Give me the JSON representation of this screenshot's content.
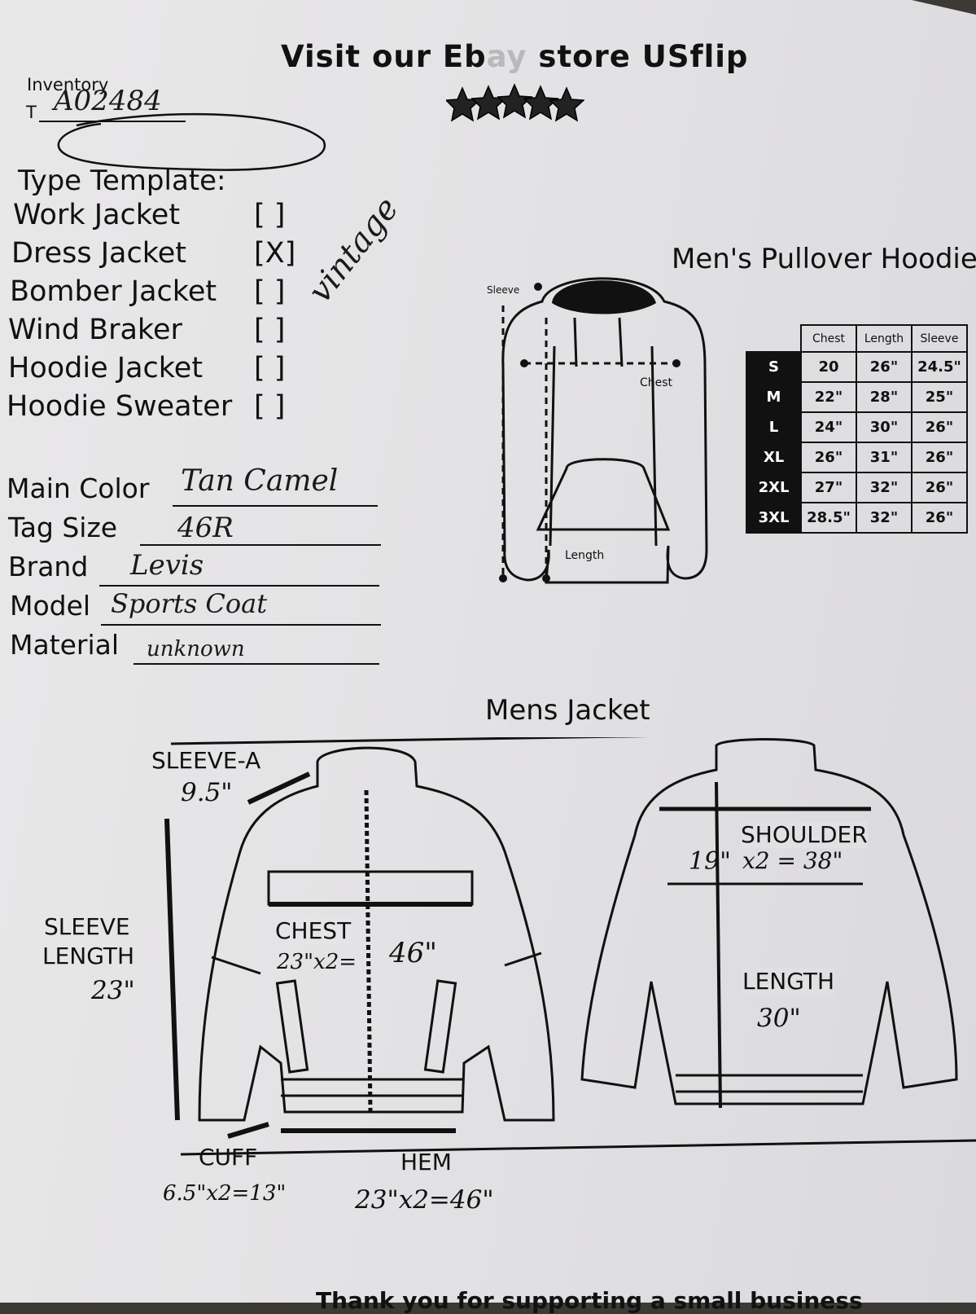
{
  "header": {
    "prefix": "Visit our Eb",
    "faint": "ay",
    "suffix": " store USflip"
  },
  "inventory": {
    "label": "Inventory",
    "prefix": "T",
    "number": "A02484"
  },
  "type_template": {
    "title": "Type Template:",
    "items": [
      {
        "label": "Work Jacket",
        "box": "[ ]"
      },
      {
        "label": "Dress Jacket",
        "box": "[X]"
      },
      {
        "label": "Bomber Jacket",
        "box": "[ ]"
      },
      {
        "label": "Wind Braker",
        "box": "[ ]"
      },
      {
        "label": "Hoodie Jacket",
        "box": "[ ]"
      },
      {
        "label": "Hoodie Sweater",
        "box": "[ ]"
      }
    ],
    "note": "vintage"
  },
  "fields": [
    {
      "label": "Main Color",
      "value": "Tan Camel"
    },
    {
      "label": "Tag Size",
      "value": "46R"
    },
    {
      "label": "Brand",
      "value": "Levis"
    },
    {
      "label": "Model",
      "value": "Sports Coat"
    },
    {
      "label": "Material",
      "value": "unknown"
    }
  ],
  "hoodie": {
    "title": "Men's Pullover Hoodie",
    "labels": {
      "sleeve": "Sleeve",
      "chest": "Chest",
      "length": "Length"
    },
    "table": {
      "headers": [
        "Chest",
        "Length",
        "Sleeve"
      ],
      "rows": [
        {
          "size": "S",
          "chest": "20",
          "length": "26\"",
          "sleeve": "24.5\""
        },
        {
          "size": "M",
          "chest": "22\"",
          "length": "28\"",
          "sleeve": "25\""
        },
        {
          "size": "L",
          "chest": "24\"",
          "length": "30\"",
          "sleeve": "26\""
        },
        {
          "size": "XL",
          "chest": "26\"",
          "length": "31\"",
          "sleeve": "26\""
        },
        {
          "size": "2XL",
          "chest": "27\"",
          "length": "32\"",
          "sleeve": "26\""
        },
        {
          "size": "3XL",
          "chest": "28.5\"",
          "length": "32\"",
          "sleeve": "26\""
        }
      ]
    }
  },
  "jacket": {
    "title": "Mens Jacket",
    "labels": {
      "sleeve_a": "SLEEVE-A",
      "sleeve_length_1": "SLEEVE",
      "sleeve_length_2": "LENGTH",
      "chest": "CHEST",
      "cuff": "CUFF",
      "hem": "HEM",
      "shoulder": "SHOULDER",
      "length": "LENGTH"
    },
    "values": {
      "sleeve_a": "9.5\"",
      "sleeve_length": "23\"",
      "chest_left": "23\"x2=",
      "chest_right": "46\"",
      "cuff": "6.5\"x2=13\"",
      "hem": "23\"x2=46\"",
      "shoulder_left": "19\"",
      "shoulder_right": "x2 = 38\"",
      "length": "30\""
    }
  },
  "footer": "Thank you for supporting a small business"
}
